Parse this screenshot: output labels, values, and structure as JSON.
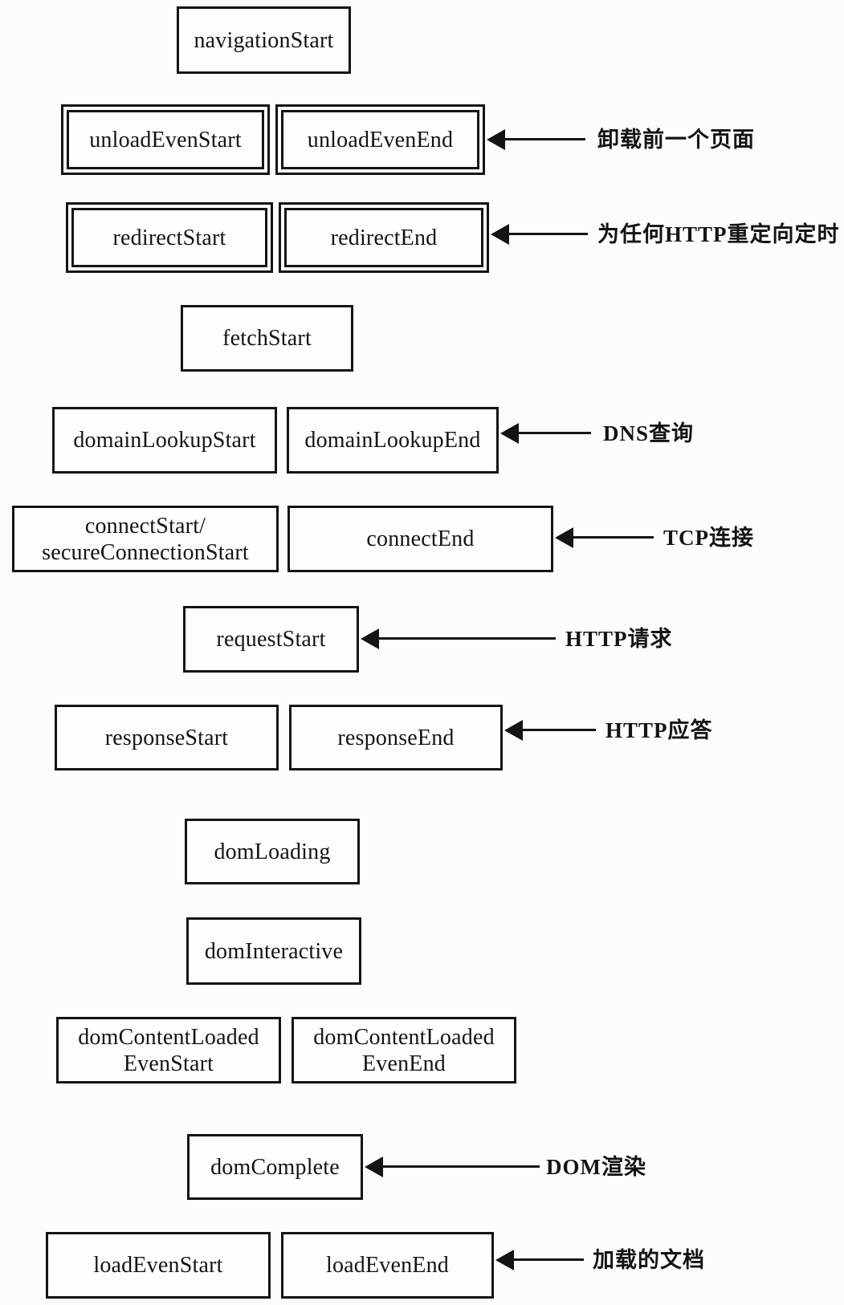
{
  "diagram": {
    "boxes": {
      "navigationStart": "navigationStart",
      "unloadEvenStart": "unloadEvenStart",
      "unloadEvenEnd": "unloadEvenEnd",
      "redirectStart": "redirectStart",
      "redirectEnd": "redirectEnd",
      "fetchStart": "fetchStart",
      "domainLookupStart": "domainLookupStart",
      "domainLookupEnd": "domainLookupEnd",
      "connectStart": "connectStart/\nsecureConnectionStart",
      "connectEnd": "connectEnd",
      "requestStart": "requestStart",
      "responseStart": "responseStart",
      "responseEnd": "responseEnd",
      "domLoading": "domLoading",
      "domInteractive": "domInteractive",
      "domContentLoadedEvenStart": "domContentLoaded\nEvenStart",
      "domContentLoadedEvenEnd": "domContentLoaded\nEvenEnd",
      "domComplete": "domComplete",
      "loadEvenStart": "loadEvenStart",
      "loadEvenEnd": "loadEvenEnd"
    },
    "annotations": {
      "unload": "卸载前一个页面",
      "redirect": "为任何HTTP重定向定时",
      "dns": "DNS查询",
      "tcp": "TCP连接",
      "http_request": "HTTP请求",
      "http_response": "HTTP应答",
      "dom_render": "DOM渲染",
      "load_document": "加载的文档"
    },
    "colors": {
      "border": "#141414",
      "background": "#fcfcfa",
      "text": "#141414"
    }
  }
}
